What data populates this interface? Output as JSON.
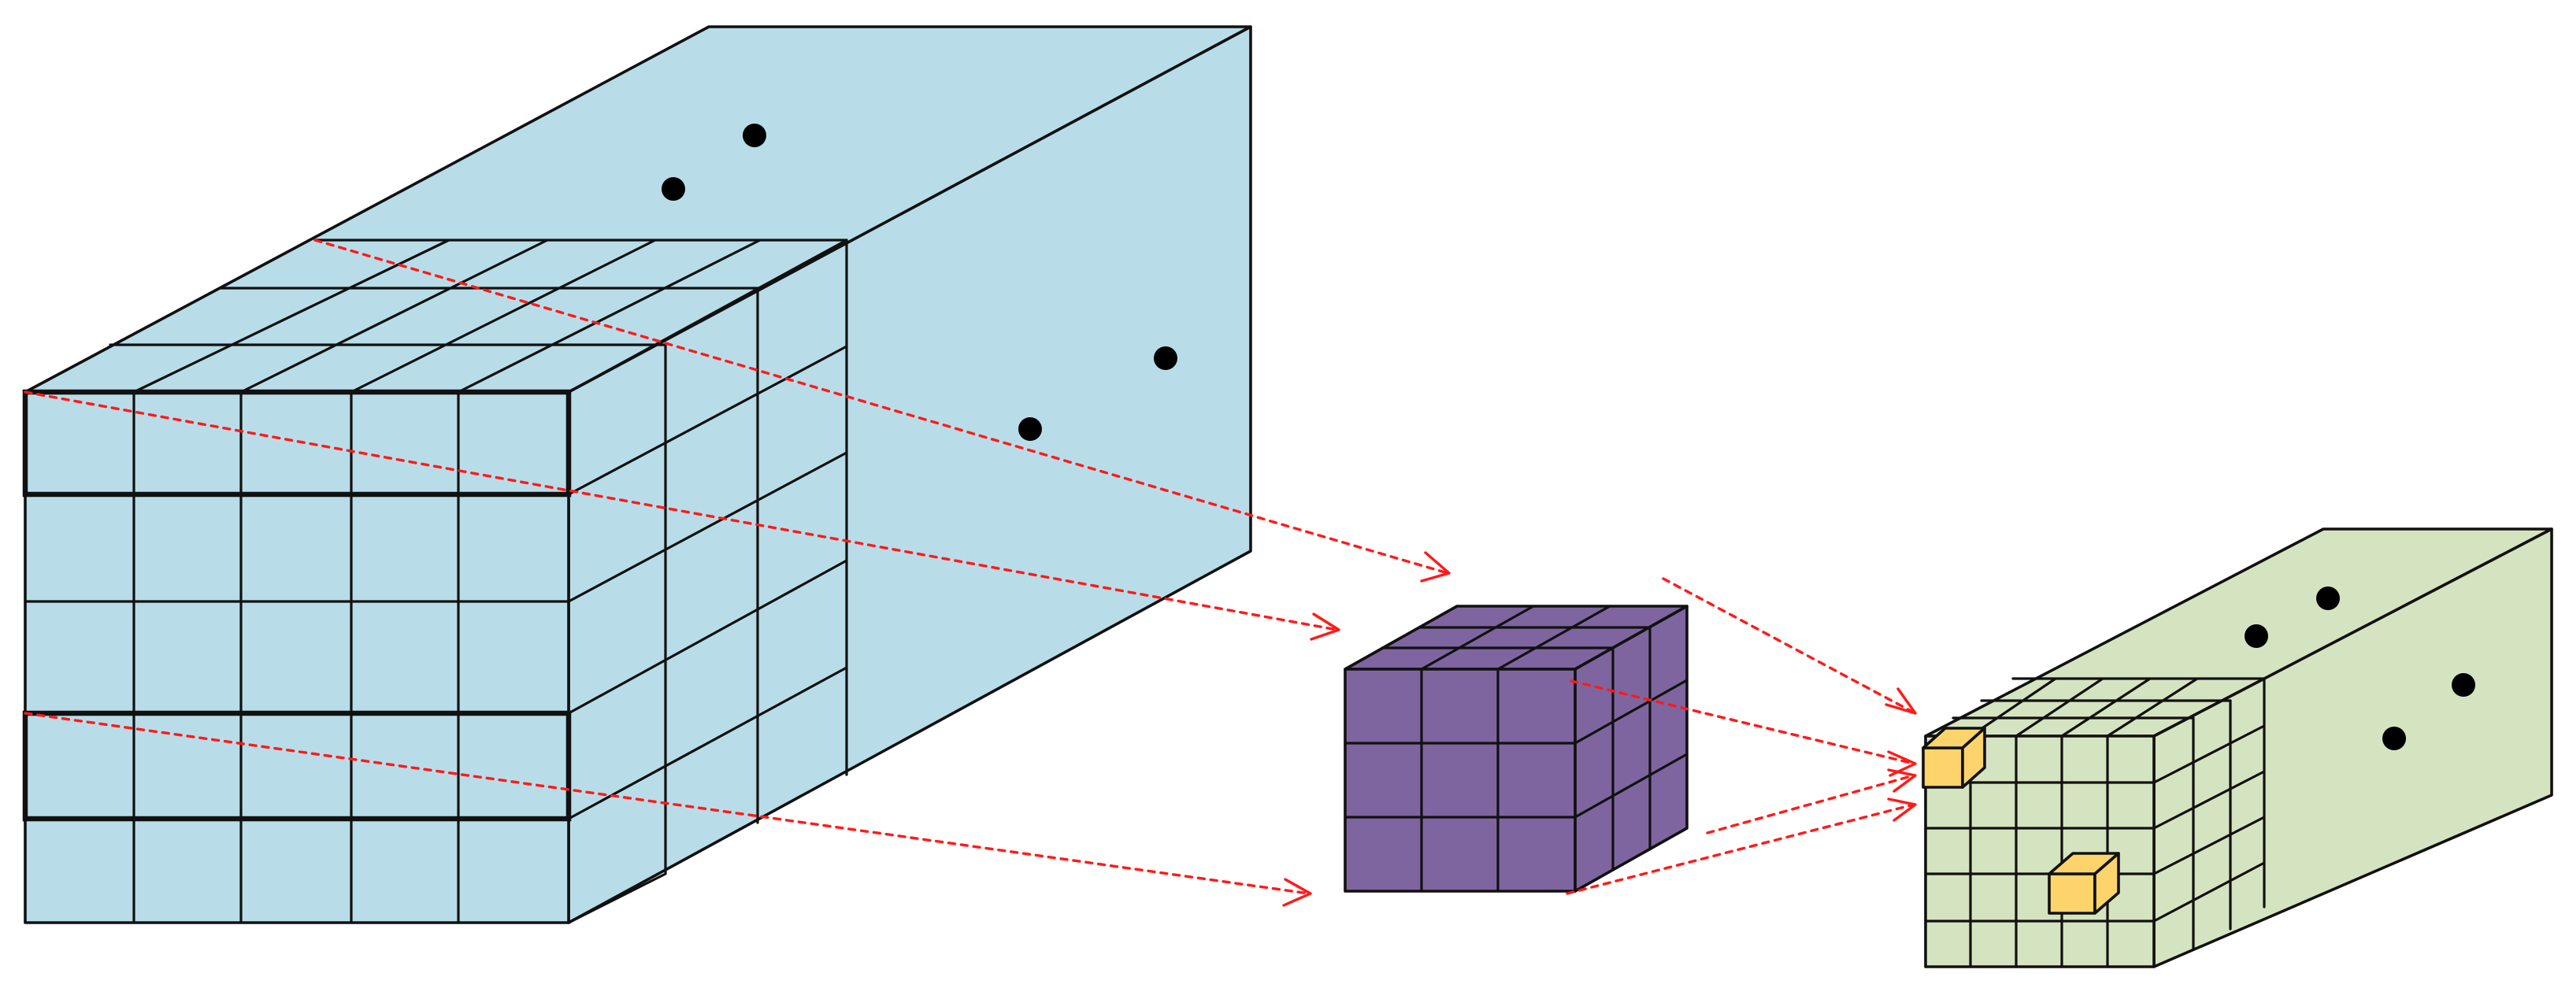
{
  "figure": {
    "colors": {
      "input_volume": "#b8dde8",
      "kernel": "#7e65a0",
      "output_volume": "#d5e4c0",
      "highlight_cell": "#fcd46b",
      "arrow": "#ff1a1a",
      "edge": "#111111"
    },
    "input_volume": {
      "front_grid": [
        5,
        5
      ],
      "depth_slices": 3,
      "continuation_dots": 4
    },
    "kernel": {
      "grid": [
        3,
        3,
        3
      ]
    },
    "output_volume": {
      "front_grid": [
        5,
        5
      ],
      "depth_slices": 3,
      "highlighted_cells": 2,
      "continuation_dots": 4
    },
    "arrows": [
      {
        "from": "input_volume",
        "to": "kernel",
        "count": 3
      },
      {
        "from": "kernel",
        "to": "output_volume",
        "count": 4
      }
    ]
  }
}
